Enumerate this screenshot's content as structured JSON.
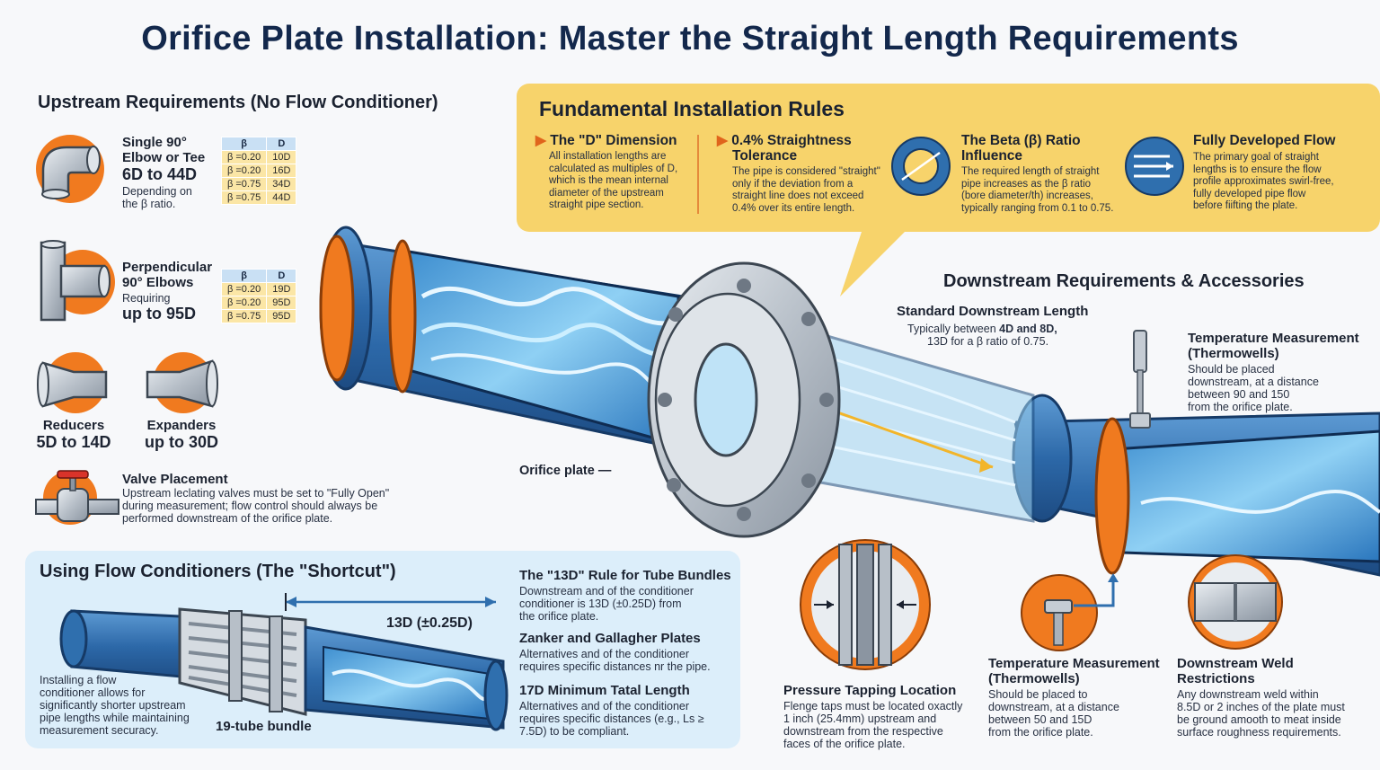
{
  "title": "Orifice Plate Installation: Master the Straight Length Requirements",
  "upstream": {
    "heading": "Upstream Requirements (No Flow Conditioner)",
    "elbow": {
      "line1": "Single 90°",
      "line2": "Elbow or Tee",
      "range": "6D to 44D",
      "note1": "Depending on",
      "note2": "the β ratio.",
      "table": {
        "headers": [
          "β",
          "D"
        ],
        "rows": [
          [
            "β =0.20",
            "10D"
          ],
          [
            "β =0.20",
            "16D"
          ],
          [
            "β =0.75",
            "34D"
          ],
          [
            "β =0.75",
            "44D"
          ]
        ]
      }
    },
    "perp": {
      "line1": "Perpendicular",
      "line2": "90° Elbows",
      "note": "Requiring",
      "range": "up to 95D",
      "table": {
        "headers": [
          "β",
          "D"
        ],
        "rows": [
          [
            "β =0.20",
            "19D"
          ],
          [
            "β =0.20",
            "95D"
          ],
          [
            "β =0.75",
            "95D"
          ]
        ]
      }
    },
    "reducers": {
      "label": "Reducers",
      "range": "5D to 14D"
    },
    "expanders": {
      "label": "Expanders",
      "range": "up to 30D"
    },
    "valve": {
      "heading": "Valve Placement",
      "line1": "Upstream leclating valves must be set to \"Fully Open\"",
      "line2": "during measurement; flow control should always be",
      "line3": "performed downstream of the orifice plate."
    }
  },
  "rules": {
    "heading": "Fundamental Installation Rules",
    "d_dim": {
      "title": "The \"D\" Dimension",
      "lines": [
        "All installation lengths are",
        "calculated as multiples of D,",
        "which is the mean internal",
        "diameter of the upstream",
        "straight pipe section."
      ]
    },
    "straightness": {
      "title1": "0.4% Straightness",
      "title2": "Tolerance",
      "lines": [
        "The pipe is considered \"straight\"",
        "only if the deviation from a",
        "straight line does not exceed",
        "0.4% over its entire length."
      ]
    },
    "beta": {
      "title1": "The Beta (β) Ratio",
      "title2": "Influence",
      "lines": [
        "The required length of straight",
        "pipe increases as the β ratio",
        "(bore diameter/th) increases,",
        "typically ranging from 0.1 to 0.75."
      ]
    },
    "flow": {
      "title": "Fully Developed Flow",
      "lines": [
        "The primary goal of straight",
        "lengths is to ensure the flow",
        "profile approximates swirl-free,",
        "fully developed pipe flow",
        "before fiifting the plate."
      ]
    }
  },
  "downstream": {
    "heading": "Downstream Requirements & Accessories",
    "standard": {
      "title": "Standard Downstream Length",
      "line1_pre": "Typically between ",
      "line1_bold": "4D and 8D,",
      "line2": "13D for a β ratio of 0.75."
    },
    "thermo_top": {
      "title1": "Temperature Measurement",
      "title2": "(Thermowells)",
      "lines": [
        "Should be placed",
        "downstream, at a distance",
        "between 90 and 150",
        "from the orifice plate."
      ]
    },
    "orifice_label": "Orifice plate —",
    "pressure": {
      "title": "Pressure Tapping Location",
      "lines": [
        "Flenge taps must be located oxactly",
        "1 inch (25.4mm) upstream and",
        "downstream from the respective",
        "faces of the orifice plate."
      ]
    },
    "thermo_bottom": {
      "title1": "Temperature Measurement",
      "title2": "(Thermowells)",
      "lines": [
        "Should be placed to",
        "downstream, at a distance",
        "between 50 and 15D",
        "from the orifice plate."
      ]
    },
    "weld": {
      "title1": "Downstream Weld",
      "title2": "Restrictions",
      "lines": [
        "Any downstream weld within",
        "8.5D or 2 inches of the plate must",
        "be ground amooth to meat inside",
        "surface roughness requirements."
      ]
    }
  },
  "conditioners": {
    "heading": "Using Flow Conditioners (The \"Shortcut\")",
    "dimension": "13D (±0.25D)",
    "bundle_label": "19-tube bundle",
    "install_lines": [
      "Installing a flow",
      "conditioner allows for",
      "significantly shorter upstream",
      "pipe lengths while maintaining",
      "measurement securacy."
    ],
    "rule13": {
      "title": "The \"13D\" Rule for Tube Bundles",
      "lines": [
        "Downstream and of the conditioner",
        "conditioner is 13D (±0.25D) from",
        "the orifice plate."
      ]
    },
    "zanker": {
      "title": "Zanker and Gallagher Plates",
      "lines": [
        "Alternatives and of the conditioner",
        "requires specific distances nr the pipe."
      ]
    },
    "min17": {
      "title": "17D Minimum Tatal Length",
      "lines": [
        "Alternatives and of the conditioner",
        "requires specific distances (e.g., Ls ≥",
        "7.5D) to be compliant."
      ]
    }
  },
  "colors": {
    "orange": "#f07a1f",
    "pipe_blue": "#2f6fae",
    "navy": "#13284c",
    "rules_yellow": "#f7d36b",
    "fc_blue": "#dceefa"
  }
}
